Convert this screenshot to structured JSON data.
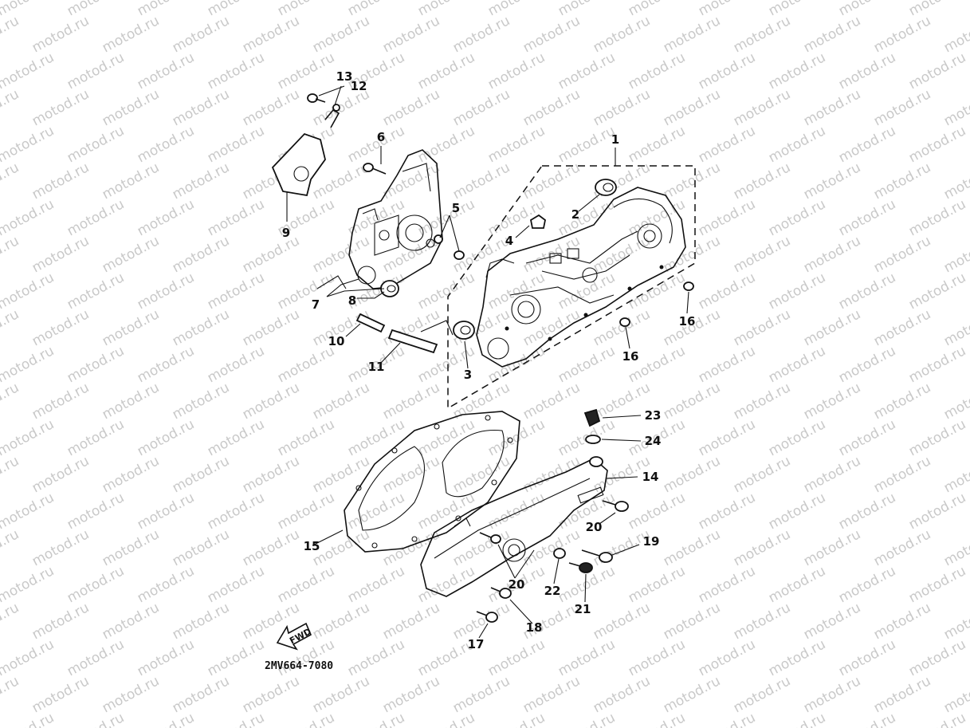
{
  "watermark": {
    "text": "motod.ru"
  },
  "diagram": {
    "code": "2MV664-7080",
    "fwd_label": "FWD",
    "callouts": [
      {
        "id": "c1",
        "text": "1"
      },
      {
        "id": "c2",
        "text": "2"
      },
      {
        "id": "c3",
        "text": "3"
      },
      {
        "id": "c4",
        "text": "4"
      },
      {
        "id": "c5",
        "text": "5"
      },
      {
        "id": "c6",
        "text": "6"
      },
      {
        "id": "c7",
        "text": "7"
      },
      {
        "id": "c8",
        "text": "8"
      },
      {
        "id": "c9",
        "text": "9"
      },
      {
        "id": "c10",
        "text": "10"
      },
      {
        "id": "c11",
        "text": "11"
      },
      {
        "id": "c12",
        "text": "12"
      },
      {
        "id": "c13",
        "text": "13"
      },
      {
        "id": "c14",
        "text": "14"
      },
      {
        "id": "c15",
        "text": "15"
      },
      {
        "id": "c16a",
        "text": "16"
      },
      {
        "id": "c16b",
        "text": "16"
      },
      {
        "id": "c17",
        "text": "17"
      },
      {
        "id": "c18",
        "text": "18"
      },
      {
        "id": "c19",
        "text": "19"
      },
      {
        "id": "c20a",
        "text": "20"
      },
      {
        "id": "c20b",
        "text": "20"
      },
      {
        "id": "c21",
        "text": "21"
      },
      {
        "id": "c22",
        "text": "22"
      },
      {
        "id": "c23",
        "text": "23"
      },
      {
        "id": "c24",
        "text": "24"
      }
    ]
  }
}
